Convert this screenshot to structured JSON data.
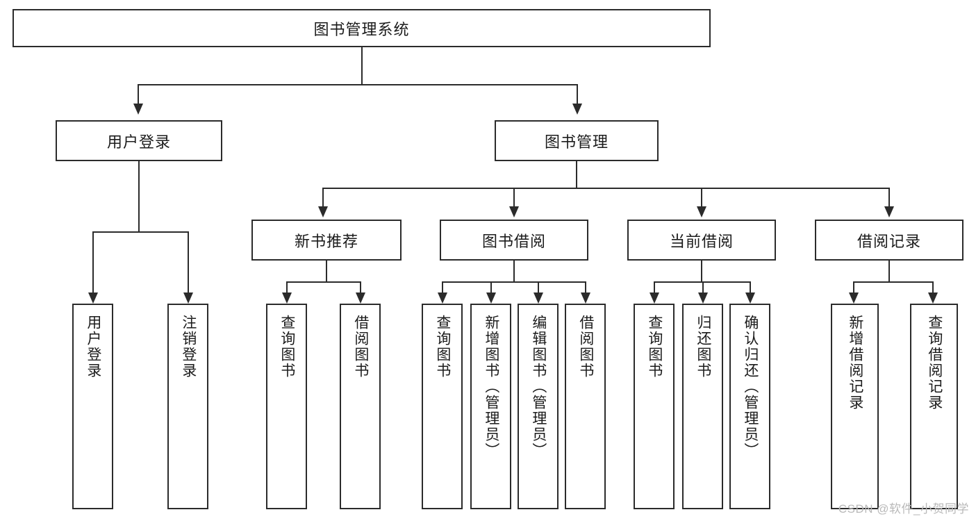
{
  "diagram": {
    "type": "tree",
    "title_node": {
      "label": "图书管理系统"
    },
    "level2": [
      {
        "label": "用户登录"
      },
      {
        "label": "图书管理"
      }
    ],
    "level3": [
      {
        "label": "新书推荐"
      },
      {
        "label": "图书借阅"
      },
      {
        "label": "当前借阅"
      },
      {
        "label": "借阅记录"
      }
    ],
    "leaves": {
      "user_login": [
        {
          "label": "用户登录"
        },
        {
          "label": "注销登录"
        }
      ],
      "new_book_recommend": [
        {
          "label": "查询图书"
        },
        {
          "label": "借阅图书"
        }
      ],
      "book_borrow": [
        {
          "label": "查询图书"
        },
        {
          "label": "新增图书（管理员）"
        },
        {
          "label": "编辑图书（管理员）"
        },
        {
          "label": "借阅图书"
        }
      ],
      "current_borrow": [
        {
          "label": "查询图书"
        },
        {
          "label": "归还图书"
        },
        {
          "label": "确认归还（管理员）"
        }
      ],
      "borrow_record": [
        {
          "label": "新增借阅记录"
        },
        {
          "label": "查询借阅记录"
        }
      ]
    },
    "watermark": "CSDN @软件_小贺同学",
    "colors": {
      "stroke": "#2b2b2b",
      "fill": "#ffffff",
      "text": "#1b1b1b",
      "watermark": "#b9b9b9"
    }
  }
}
